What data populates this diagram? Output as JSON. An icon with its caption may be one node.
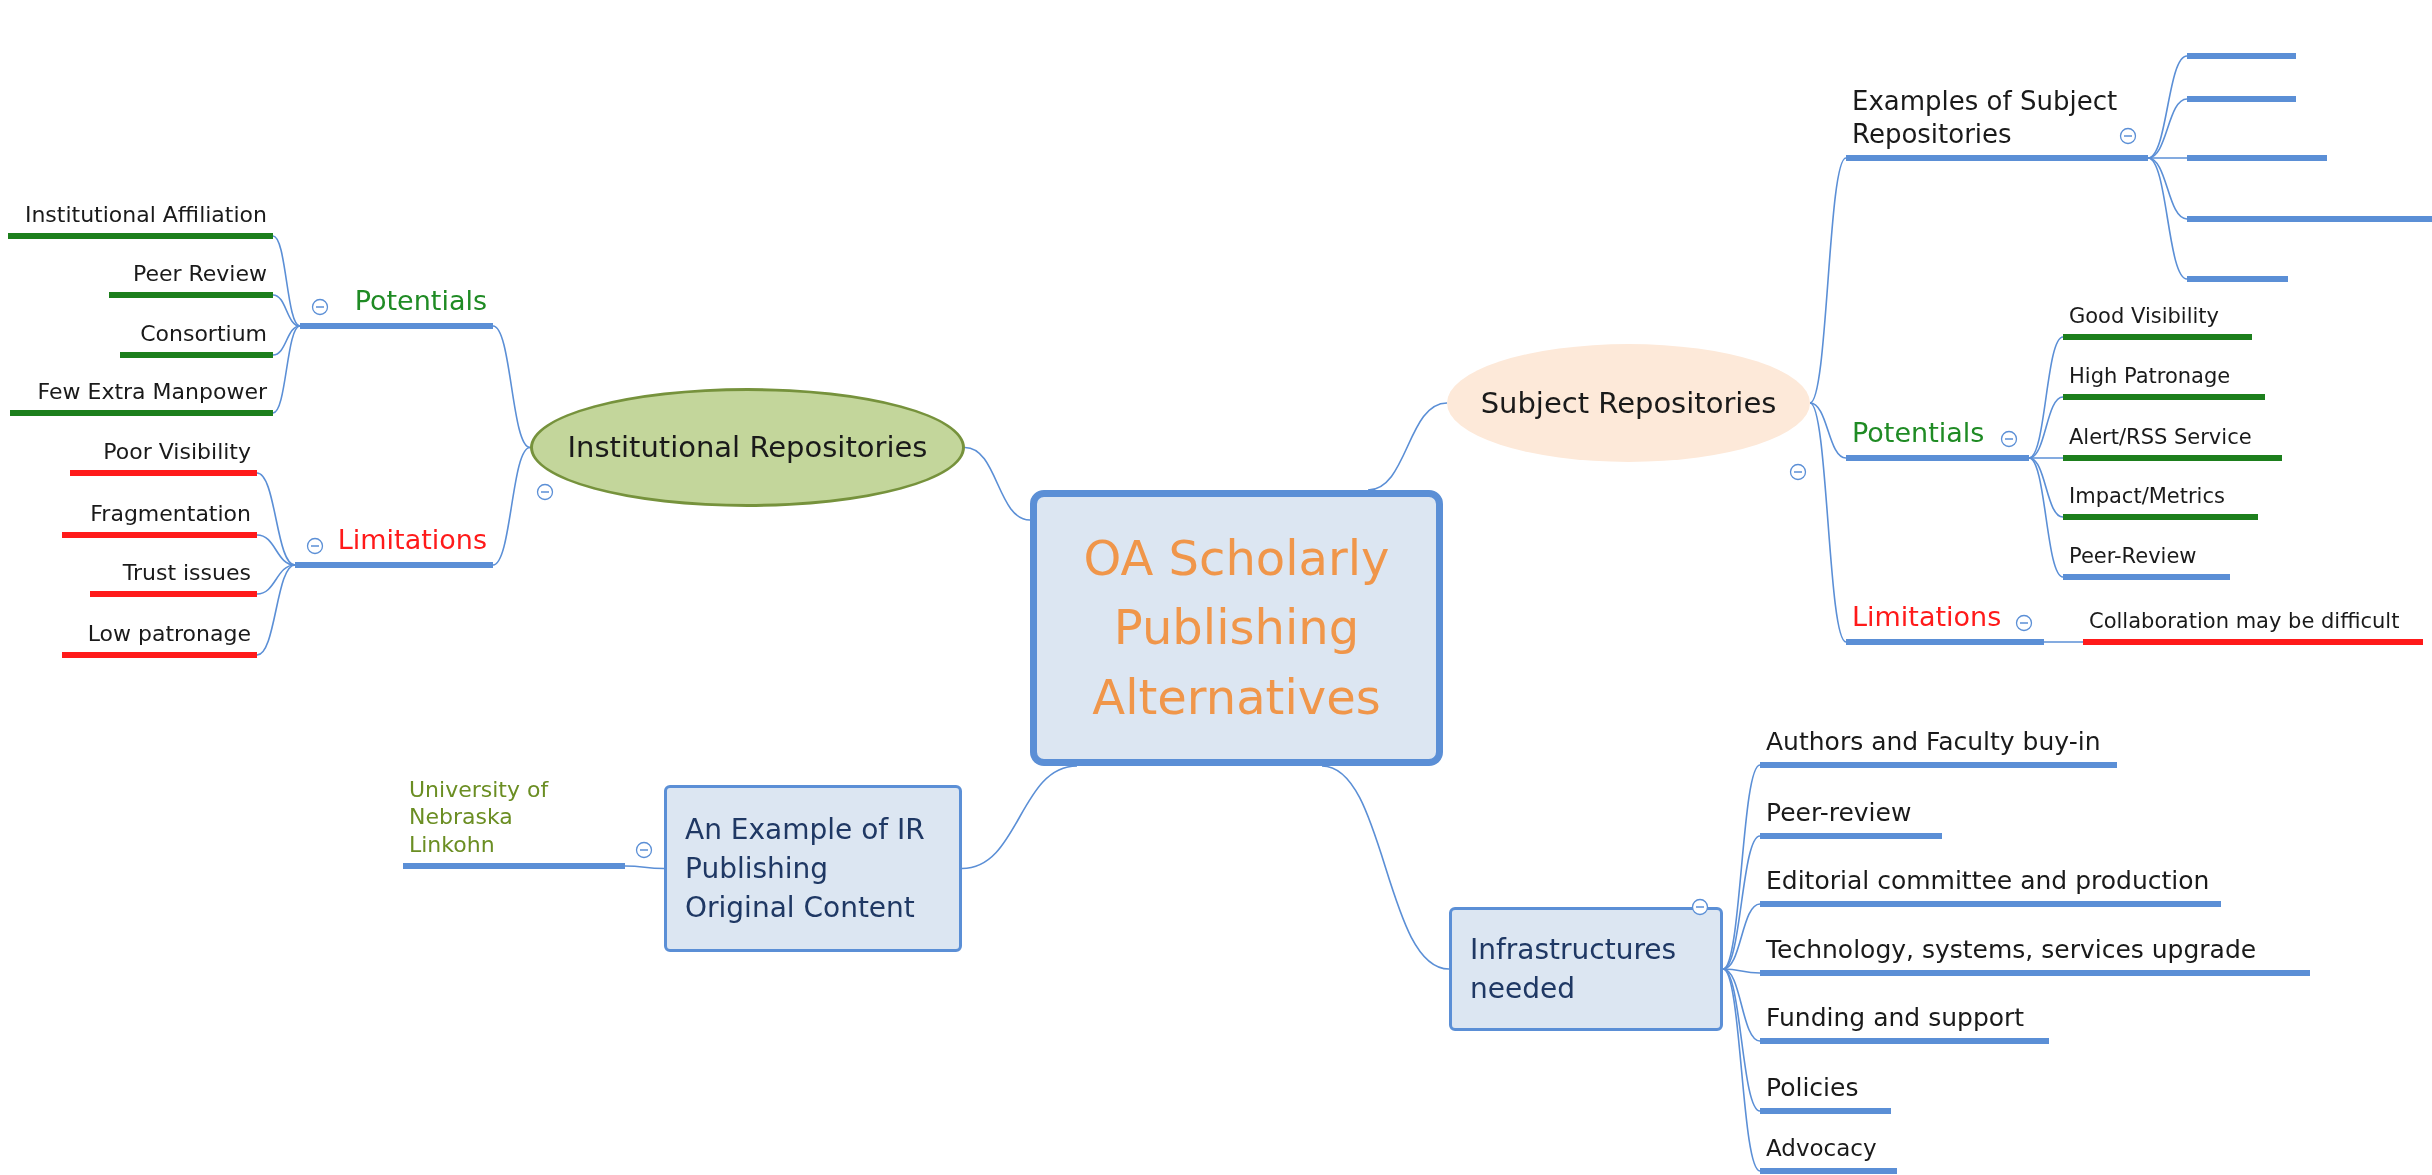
{
  "diagram": {
    "nodes": [
      {
        "text": [
          "OA Scholarly Publishing Alternatives"
        ]
      },
      {
        "text": [
          "Institutional Repositories"
        ]
      },
      {
        "text": [
          "Potentials"
        ]
      },
      {
        "text": [
          "Institutional Affiliation"
        ]
      },
      {
        "text": [
          "Peer Review"
        ]
      },
      {
        "text": [
          "Consortium"
        ]
      },
      {
        "text": [
          "Few Extra Manpower"
        ]
      },
      {
        "text": [
          "Limitations"
        ]
      },
      {
        "text": [
          "Poor Visibility"
        ]
      },
      {
        "text": [
          "Fragmentation"
        ]
      },
      {
        "text": [
          "Trust issues"
        ]
      },
      {
        "text": [
          "Low patronage"
        ]
      },
      {
        "text": [
          "Subject Repositories"
        ]
      },
      {
        "text": [
          "Examples of Subject Repositories"
        ]
      },
      {
        "text": [],
        "shape": "bar"
      },
      {
        "text": [],
        "shape": "bar"
      },
      {
        "text": [],
        "shape": "bar"
      },
      {
        "text": [],
        "shape": "bar"
      },
      {
        "text": [],
        "shape": "bar"
      },
      {
        "text": [
          "Potentials"
        ]
      },
      {
        "text": [
          "Good Visibility"
        ]
      },
      {
        "text": [
          "High Patronage"
        ]
      },
      {
        "text": [
          "Alert/RSS Service"
        ]
      },
      {
        "text": [
          "Impact/Metrics"
        ]
      },
      {
        "text": [
          "Peer-Review"
        ]
      },
      {
        "text": [
          "Limitations"
        ]
      },
      {
        "text": [
          "Collaboration may be difficult"
        ]
      },
      {
        "text": [
          "An Example of IR Publishing Original Content"
        ]
      },
      {
        "text": [
          "University of Nebraska Linkohn"
        ]
      },
      {
        "text": [
          "Infrastructures needed"
        ]
      },
      {
        "text": [
          "Authors and Faculty buy-in"
        ]
      },
      {
        "text": [
          "Peer-review"
        ]
      },
      {
        "text": [
          "Editorial committee and production"
        ]
      },
      {
        "text": [
          "Technology, systems, services upgrade"
        ]
      },
      {
        "text": [
          "Funding and support"
        ]
      },
      {
        "text": [
          "Policies"
        ]
      },
      {
        "text": [
          "Advocacy"
        ]
      }
    ],
    "edges": [
      {
        "from": 0,
        "to": 1,
        "arrow": "none"
      },
      {
        "from": 1,
        "to": 2,
        "arrow": "none"
      },
      {
        "from": 2,
        "to": 3,
        "arrow": "none"
      },
      {
        "from": 2,
        "to": 4,
        "arrow": "none"
      },
      {
        "from": 2,
        "to": 5,
        "arrow": "none"
      },
      {
        "from": 2,
        "to": 6,
        "arrow": "none"
      },
      {
        "from": 1,
        "to": 7,
        "arrow": "none"
      },
      {
        "from": 7,
        "to": 8,
        "arrow": "none"
      },
      {
        "from": 7,
        "to": 9,
        "arrow": "none"
      },
      {
        "from": 7,
        "to": 10,
        "arrow": "none"
      },
      {
        "from": 7,
        "to": 11,
        "arrow": "none"
      },
      {
        "from": 0,
        "to": 12,
        "arrow": "none"
      },
      {
        "from": 12,
        "to": 13,
        "arrow": "none"
      },
      {
        "from": 13,
        "to": 14,
        "arrow": "none"
      },
      {
        "from": 13,
        "to": 15,
        "arrow": "none"
      },
      {
        "from": 13,
        "to": 16,
        "arrow": "none"
      },
      {
        "from": 13,
        "to": 17,
        "arrow": "none"
      },
      {
        "from": 13,
        "to": 18,
        "arrow": "none"
      },
      {
        "from": 12,
        "to": 19,
        "arrow": "none"
      },
      {
        "from": 19,
        "to": 20,
        "arrow": "none"
      },
      {
        "from": 19,
        "to": 21,
        "arrow": "none"
      },
      {
        "from": 19,
        "to": 22,
        "arrow": "none"
      },
      {
        "from": 19,
        "to": 23,
        "arrow": "none"
      },
      {
        "from": 19,
        "to": 24,
        "arrow": "none"
      },
      {
        "from": 12,
        "to": 25,
        "arrow": "none"
      },
      {
        "from": 25,
        "to": 26,
        "arrow": "none"
      },
      {
        "from": 0,
        "to": 27,
        "arrow": "none"
      },
      {
        "from": 27,
        "to": 28,
        "arrow": "none"
      },
      {
        "from": 0,
        "to": 29,
        "arrow": "none"
      },
      {
        "from": 29,
        "to": 30,
        "arrow": "none"
      },
      {
        "from": 29,
        "to": 31,
        "arrow": "none"
      },
      {
        "from": 29,
        "to": 32,
        "arrow": "none"
      },
      {
        "from": 29,
        "to": 33,
        "arrow": "none"
      },
      {
        "from": 29,
        "to": 34,
        "arrow": "none"
      },
      {
        "from": 29,
        "to": 35,
        "arrow": "none"
      },
      {
        "from": 29,
        "to": 36,
        "arrow": "none"
      }
    ]
  }
}
